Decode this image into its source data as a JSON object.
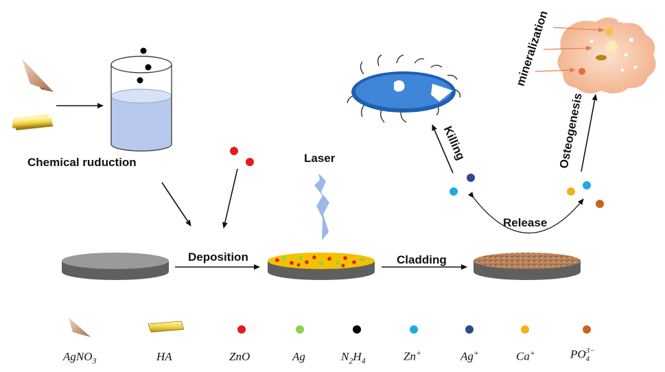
{
  "labels": {
    "chemical_reduction": "Chemical ruduction",
    "laser": "Laser",
    "deposition": "Deposition",
    "cladding": "Cladding",
    "release": "Release",
    "killing": "Killing",
    "osteogenesis": "Osteogenesis",
    "mineralization": "mineralization"
  },
  "legend": [
    {
      "name": "AgNO3",
      "sub": "3",
      "base": "AgNO",
      "icon": "pyramid-icon"
    },
    {
      "name": "HA",
      "icon": "gold-bar-icon"
    },
    {
      "name": "ZnO",
      "color": "#e31b1b"
    },
    {
      "name": "Ag",
      "color": "#8fd14f"
    },
    {
      "name": "N2H4",
      "base1": "N",
      "sub1": "2",
      "base2": "H",
      "sub2": "4",
      "color": "#000000"
    },
    {
      "name": "Zn+",
      "base": "Zn",
      "sup": "+",
      "color": "#1fa9e1"
    },
    {
      "name": "Ag+",
      "base": "Ag",
      "sup": "+",
      "color": "#2d4a8a"
    },
    {
      "name": "Ca+",
      "base": "Ca",
      "sup": "+",
      "color": "#f0b21a"
    },
    {
      "name": "PO4 3-",
      "base": "PO",
      "sub": "4",
      "sup": "3−",
      "color": "#c8641e"
    }
  ],
  "colors": {
    "arrow": "#111111",
    "disk_top": "#9a9a9a",
    "disk_side": "#5f5f5f",
    "coating": "#f2c200",
    "clad": "#b9835a",
    "liquid": "#b9c9ee",
    "bacterium": "#3f7fd0",
    "bone": "#f6c6a6",
    "laser": "#9bb8e6"
  }
}
